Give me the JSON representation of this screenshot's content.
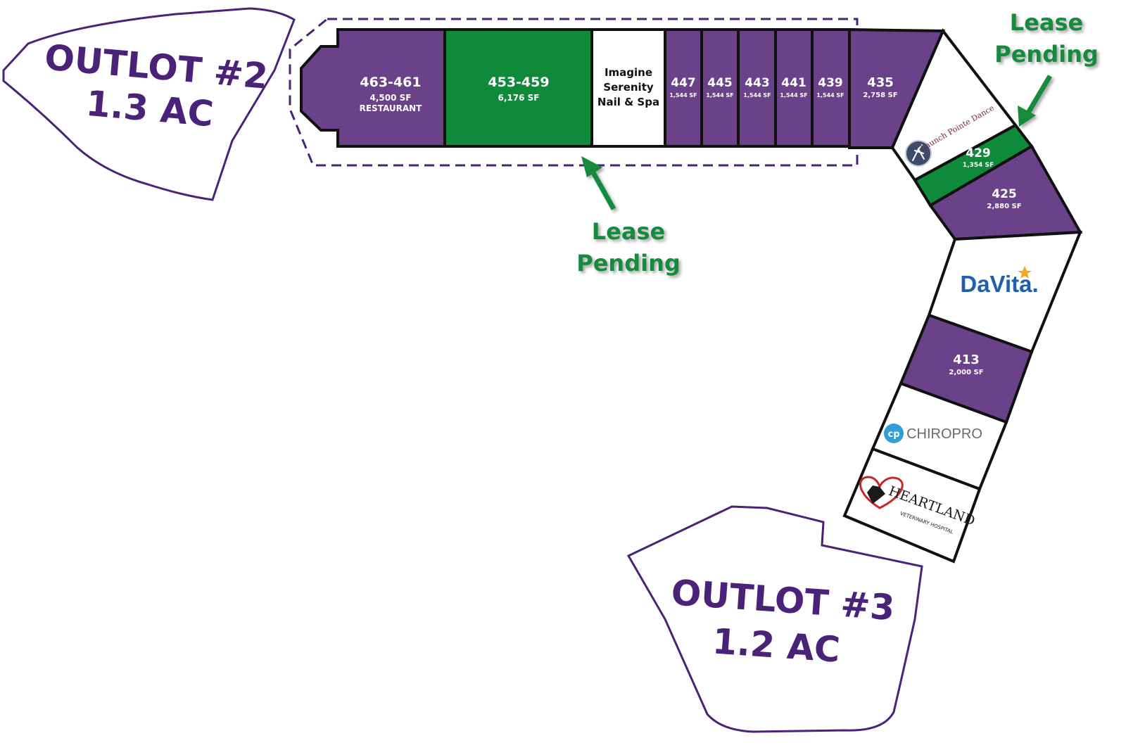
{
  "colors": {
    "vacant": "#6a4289",
    "pending": "#0f8a3a",
    "leased": "#ffffff",
    "outline": "#111111",
    "outlot": "#4a2278",
    "lease_text": "#138a3c"
  },
  "outlots": [
    {
      "name": "OUTLOT #2",
      "size": "1.3 AC"
    },
    {
      "name": "OUTLOT #3",
      "size": "1.2 AC"
    }
  ],
  "units": [
    {
      "id": "463-461",
      "area": "4,500 SF",
      "note": "RESTAURANT",
      "status": "vacant"
    },
    {
      "id": "453-459",
      "area": "6,176 SF",
      "status": "pending"
    },
    {
      "tenant_lines": [
        "Imagine",
        "Serenity",
        "Nail & Spa"
      ],
      "status": "leased"
    },
    {
      "id": "447",
      "area": "1,544 SF",
      "status": "vacant"
    },
    {
      "id": "445",
      "area": "1,544 SF",
      "status": "vacant"
    },
    {
      "id": "443",
      "area": "1,544 SF",
      "status": "vacant"
    },
    {
      "id": "441",
      "area": "1,544 SF",
      "status": "vacant"
    },
    {
      "id": "439",
      "area": "1,544 SF",
      "status": "vacant"
    },
    {
      "id": "435",
      "area": "2,758 SF",
      "status": "vacant"
    },
    {
      "tenant": "Launch Pointe Dance",
      "status": "leased",
      "logo": "dancer-logo-icon"
    },
    {
      "id": "429",
      "area": "1,354 SF",
      "status": "pending"
    },
    {
      "id": "425",
      "area": "2,880 SF",
      "status": "vacant"
    },
    {
      "tenant": "DaVita.",
      "status": "leased",
      "logo": "star-icon"
    },
    {
      "id": "413",
      "area": "2,000 SF",
      "status": "vacant"
    },
    {
      "tenant": "CHIROPRO",
      "status": "leased",
      "logo": "cp-circle-logo-icon"
    },
    {
      "tenant": "HEARTLAND",
      "tenant_sub": "VETERINARY HOSPITAL",
      "status": "leased",
      "logo": "heart-pet-logo-icon"
    }
  ],
  "lease_labels": [
    {
      "line1": "Lease",
      "line2": "Pending"
    },
    {
      "line1": "Lease",
      "line2": "Pending"
    }
  ],
  "icons": [
    "arrow-icon",
    "arrow-icon"
  ]
}
